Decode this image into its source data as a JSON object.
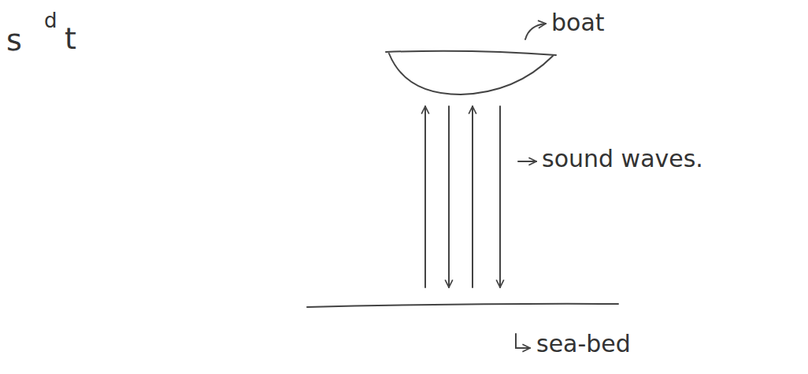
{
  "diagram": {
    "labels": [
      "s",
      "d",
      "t",
      "boat",
      "sound waves.",
      "sea-bed"
    ]
  }
}
